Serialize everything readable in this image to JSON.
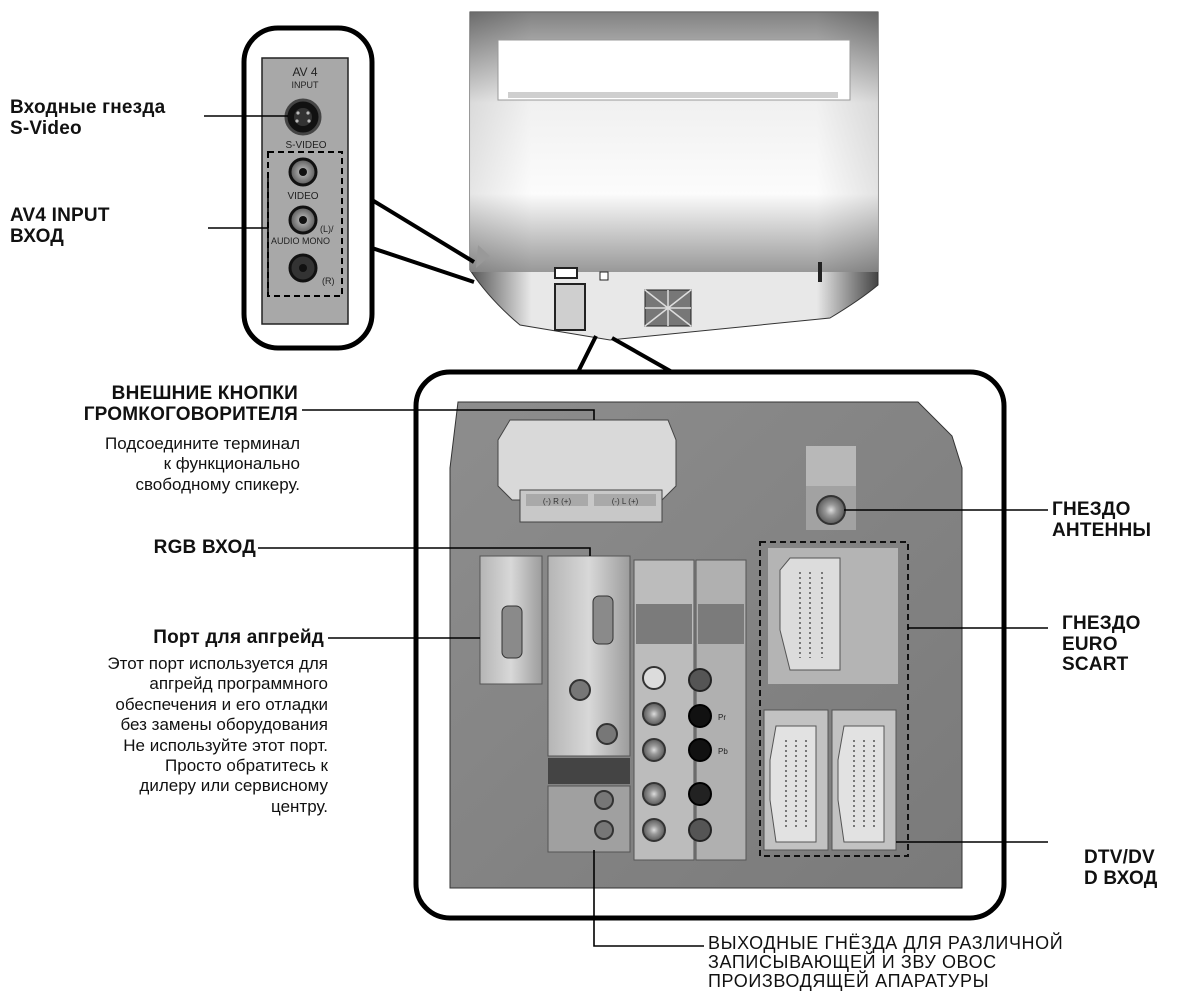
{
  "panel_labels": {
    "av4_title_line1": "AV 4",
    "av4_title_line2": "INPUT",
    "s_video": "S-VIDEO",
    "video": "VIDEO",
    "audio_mono": "(L)/\nAUDIO MONO",
    "right_channel": "(R)",
    "pr": "Pr",
    "pb": "Pb",
    "speaker_r": "(-) R (+)",
    "speaker_l": "(-) L (+)"
  },
  "callouts": {
    "s_video_input": {
      "title": "Входные гнезда\nS-Video"
    },
    "av4_input": {
      "title": "AV4 INPUT\nВХОД"
    },
    "external_speaker": {
      "title": "ВНЕШНИЕ КНОПКИ\nГРОМКОГОВОРИТЕЛЯ",
      "desc": "Подсоедините терминал\nк функционально\nсвободному спикеру."
    },
    "rgb_input": {
      "title": "RGB ВХОД"
    },
    "upgrade_port": {
      "title": "Порт для апгрейд",
      "desc": "Этот порт используется для\nапгрейд программного\nобеспечения и его отладки\nбез замены оборудования\nНе используйте этот порт.\nПросто обратитесь к\nдилеру или сервисному\nцентру."
    },
    "antenna": {
      "title": "ГНЕЗДО\nАНТЕННЫ"
    },
    "euro_scart": {
      "title": "ГНЕЗДО\nEURO\nSCART"
    },
    "dtv_dvd": {
      "title": "DTV/DV\nD ВХОД"
    },
    "output_jacks": {
      "title": "ВЫХОДНЫЕ ГНЁЗДА ДЛЯ РАЗЛИЧНОЙ\nЗАПИСЫВАЮЩЕЙ И ЗВУ ОВОС\nПРОИЗВОДЯЩЕЙ АПАРАТУРЫ"
    }
  }
}
